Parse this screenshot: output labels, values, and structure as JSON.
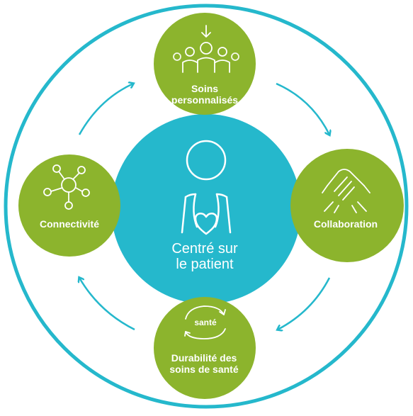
{
  "center": {
    "label": "Centré sur\nle patient",
    "icon": "patient-heart-icon"
  },
  "nodes": {
    "top": {
      "label": "Soins\npersonnalisés",
      "icon": "people-group-icon"
    },
    "right": {
      "label": "Collaboration",
      "icon": "handshake-icon"
    },
    "bottom": {
      "label": "Durabilité des\nsoins de santé",
      "icon_label": "santé",
      "icon": "cycle-arrows-icon"
    },
    "left": {
      "label": "Connectivité",
      "icon": "network-icon"
    }
  },
  "colors": {
    "teal": "#25b8cc",
    "green": "#8cb42d",
    "white": "#ffffff"
  }
}
